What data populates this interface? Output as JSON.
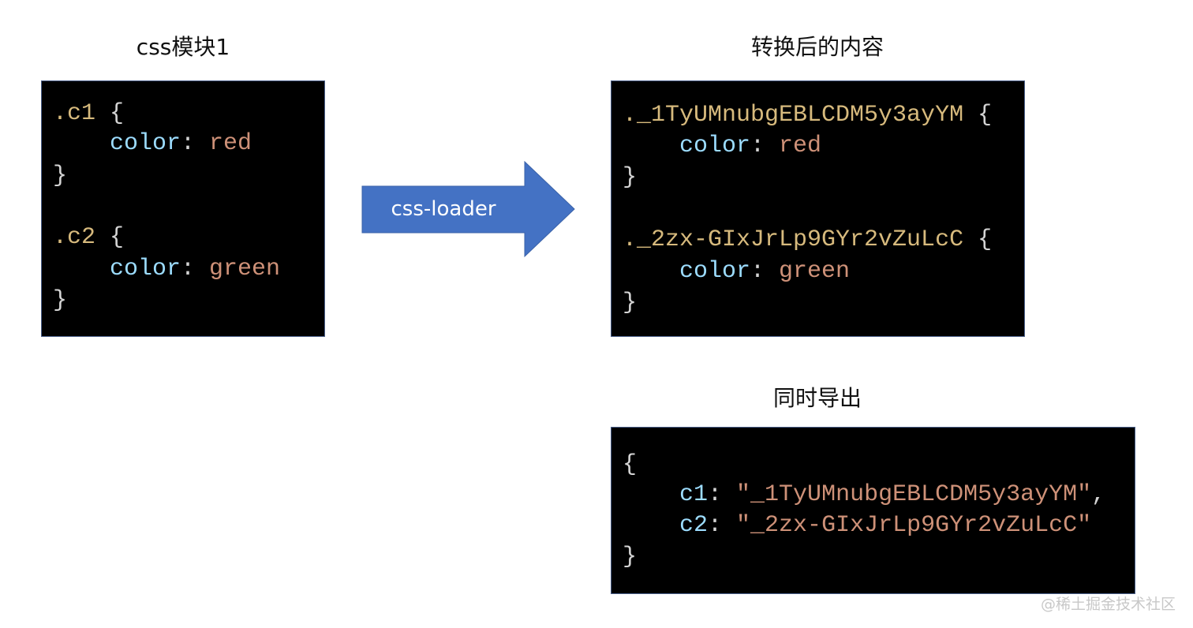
{
  "titles": {
    "source": "css模块1",
    "converted": "转换后的内容",
    "exported": "同时导出"
  },
  "arrow": {
    "label": "css-loader",
    "color": "#4472c4"
  },
  "colors": {
    "selector": "#d7ba7d",
    "property": "#9cdcfe",
    "value": "#ce9178",
    "punctuation": "#d4d4d4",
    "code_bg": "#000000"
  },
  "source_code": [
    [
      {
        "t": "selector",
        "v": ".c1"
      },
      {
        "t": "brace",
        "v": " {"
      }
    ],
    [
      {
        "t": "prop",
        "v": "    color"
      },
      {
        "t": "punct",
        "v": ": "
      },
      {
        "t": "value",
        "v": "red"
      }
    ],
    [
      {
        "t": "brace",
        "v": "}"
      }
    ],
    [
      {
        "t": "selector",
        "v": ".c2"
      },
      {
        "t": "brace",
        "v": " {"
      }
    ],
    [
      {
        "t": "prop",
        "v": "    color"
      },
      {
        "t": "punct",
        "v": ": "
      },
      {
        "t": "value",
        "v": "green"
      }
    ],
    [
      {
        "t": "brace",
        "v": "}"
      }
    ]
  ],
  "converted_code": [
    [
      {
        "t": "selector",
        "v": "._1TyUMnubgEBLCDM5y3ayYM"
      },
      {
        "t": "brace",
        "v": " {"
      }
    ],
    [
      {
        "t": "prop",
        "v": "    color"
      },
      {
        "t": "punct",
        "v": ": "
      },
      {
        "t": "value",
        "v": "red"
      }
    ],
    [
      {
        "t": "brace",
        "v": "}"
      }
    ],
    [
      {
        "t": "selector",
        "v": "._2zx-GIxJrLp9GYr2vZuLcC"
      },
      {
        "t": "brace",
        "v": " {"
      }
    ],
    [
      {
        "t": "prop",
        "v": "    color"
      },
      {
        "t": "punct",
        "v": ": "
      },
      {
        "t": "value",
        "v": "green"
      }
    ],
    [
      {
        "t": "brace",
        "v": "}"
      }
    ]
  ],
  "exported_code": [
    [
      {
        "t": "brace",
        "v": "{"
      }
    ],
    [
      {
        "t": "prop",
        "v": "    c1"
      },
      {
        "t": "punct",
        "v": ": "
      },
      {
        "t": "value",
        "v": "\"_1TyUMnubgEBLCDM5y3ayYM\""
      },
      {
        "t": "punct",
        "v": ","
      }
    ],
    [
      {
        "t": "prop",
        "v": "    c2"
      },
      {
        "t": "punct",
        "v": ": "
      },
      {
        "t": "value",
        "v": "\"_2zx-GIxJrLp9GYr2vZuLcC\""
      }
    ],
    [
      {
        "t": "brace",
        "v": "}"
      }
    ]
  ],
  "watermark": "@稀土掘金技术社区"
}
